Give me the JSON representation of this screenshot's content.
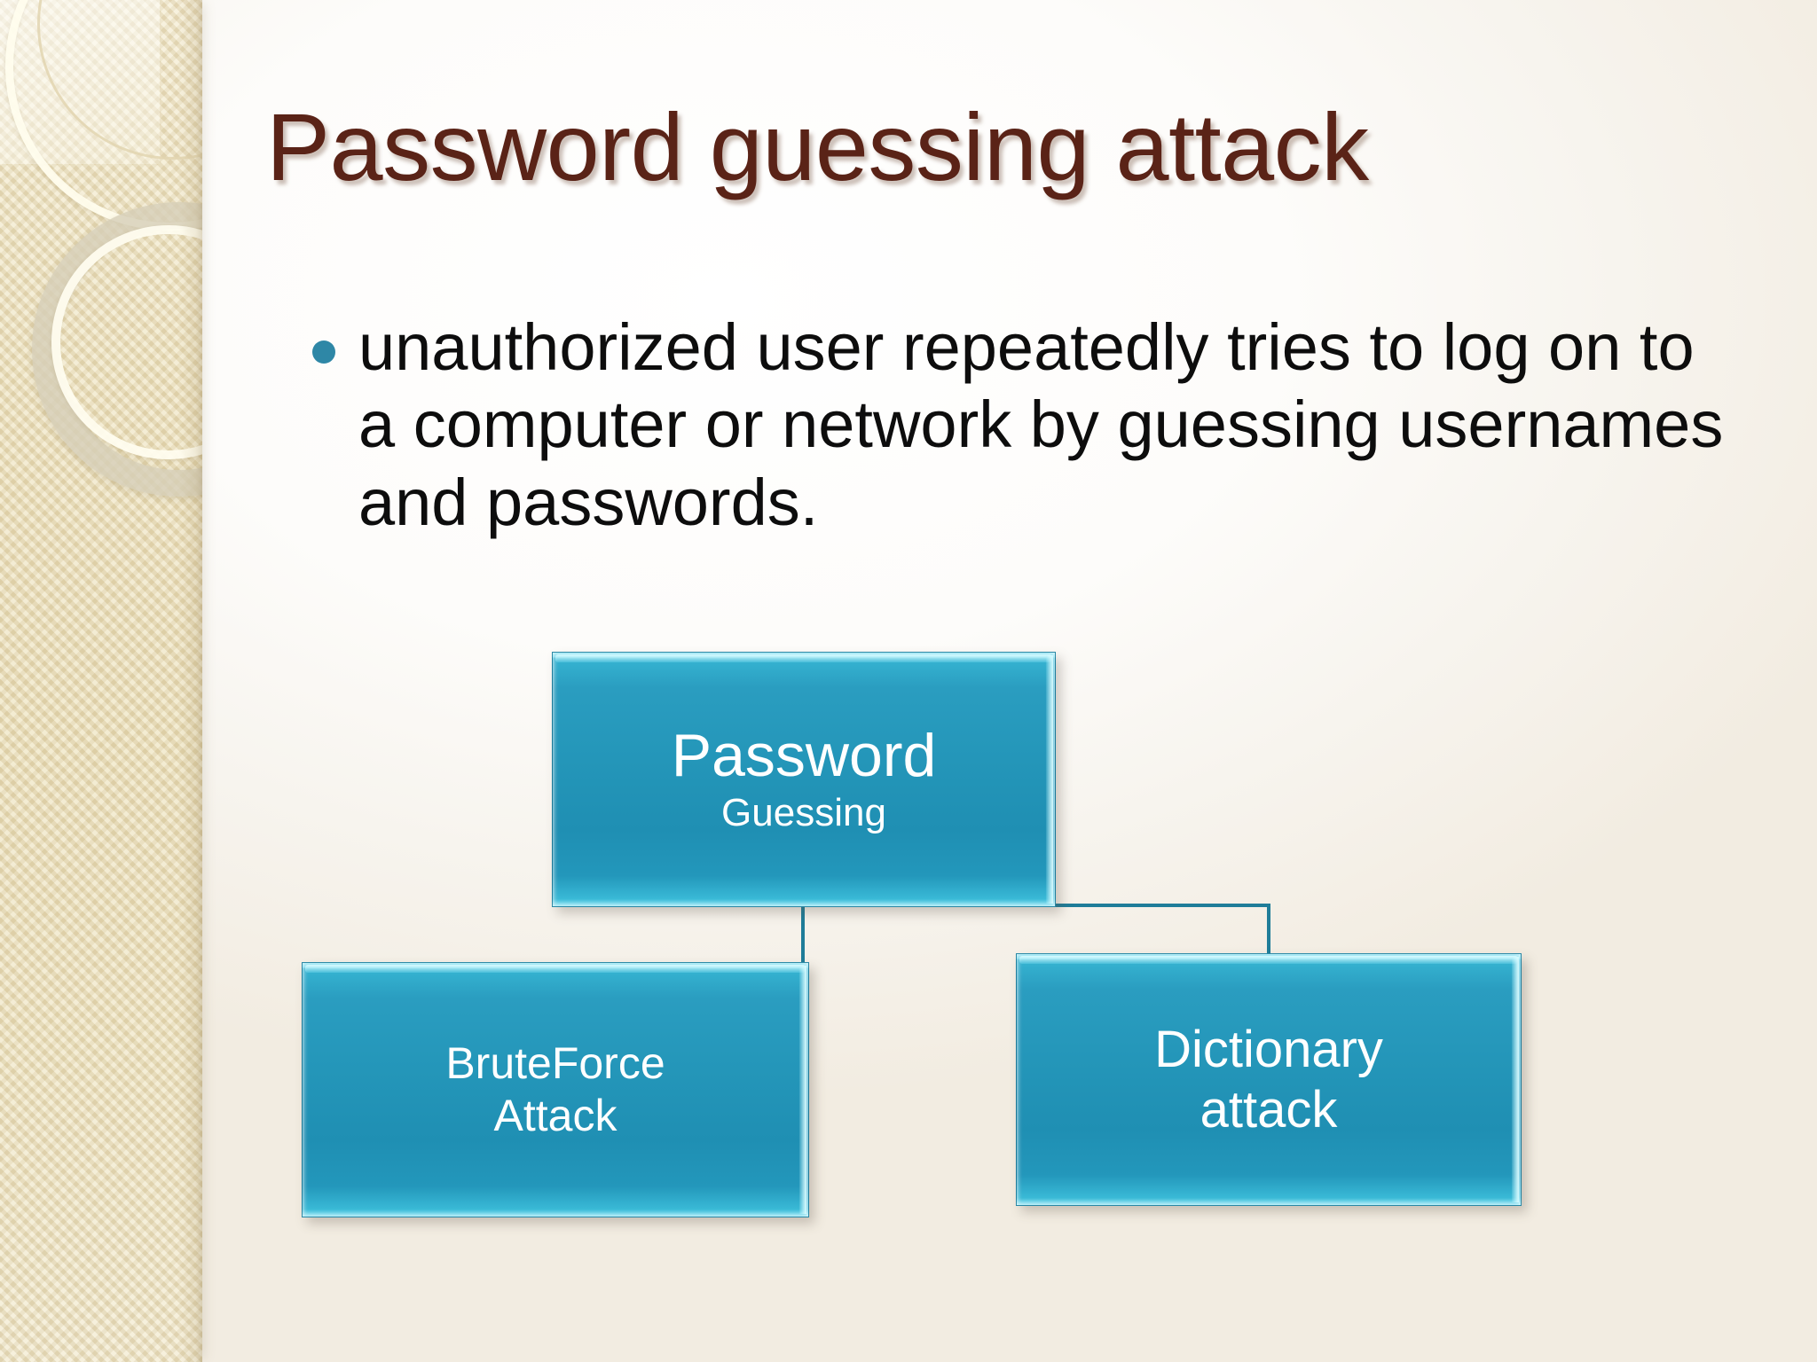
{
  "slide": {
    "title": "Password guessing attack",
    "title_color": "#5A2317",
    "background_color": "#FFFFFF",
    "accent_color": "#2E87A6",
    "node_fill_color": "#2496B9",
    "connector_color": "#1F7D99",
    "sidebar": {
      "name": "decorative-sidebar",
      "base_color": "#ECE1C1",
      "pattern": "woven-diamond-check",
      "shapes": [
        "ring-large-cream",
        "ring-thin-tan",
        "ring-thick-taupe",
        "ring-cream-lower"
      ]
    }
  },
  "body": {
    "bullets": [
      {
        "marker": "round-bullet",
        "text": "unauthorized user repeatedly tries to log on to a computer or network by guessing usernames and passwords."
      }
    ]
  },
  "diagram": {
    "type": "hierarchy",
    "nodes": [
      {
        "id": "root",
        "line1": "Password",
        "line2": "Guessing"
      },
      {
        "id": "bruteforce",
        "line1": "BruteForce",
        "line2": "Attack"
      },
      {
        "id": "dictionary",
        "line1": "Dictionary",
        "line2": "attack"
      }
    ],
    "edges": [
      {
        "from": "root",
        "to": "bruteforce"
      },
      {
        "from": "root",
        "to": "dictionary"
      }
    ]
  }
}
